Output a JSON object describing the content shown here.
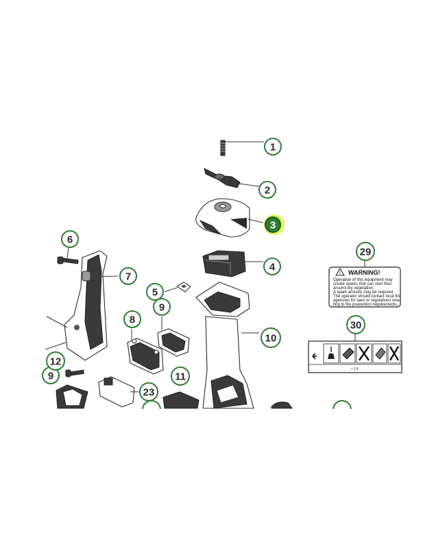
{
  "callouts": [
    {
      "id": "c1",
      "label": "1"
    },
    {
      "id": "c2",
      "label": "2"
    },
    {
      "id": "c3",
      "label": "3",
      "highlighted": true
    },
    {
      "id": "c4",
      "label": "4"
    },
    {
      "id": "c5",
      "label": "5"
    },
    {
      "id": "c6",
      "label": "6"
    },
    {
      "id": "c7",
      "label": "7"
    },
    {
      "id": "c8",
      "label": "8"
    },
    {
      "id": "c9a",
      "label": "9"
    },
    {
      "id": "c9b",
      "label": "9"
    },
    {
      "id": "c10",
      "label": "10"
    },
    {
      "id": "c11",
      "label": "11"
    },
    {
      "id": "c12",
      "label": "12"
    },
    {
      "id": "c23",
      "label": "23"
    },
    {
      "id": "c29",
      "label": "29"
    },
    {
      "id": "c30",
      "label": "30"
    }
  ],
  "warning_label": {
    "title": "WARNING!",
    "lines": [
      "Operation of this equipment may",
      "create sparks that can start fires",
      "around dry vegetation.",
      "A spark arrestor may be required.",
      "The operator should contact local fire",
      "agencies for laws or regulations rela-",
      "ting to fire prevention requirements."
    ]
  },
  "decal": {
    "footer_text": "≈ 1:5"
  },
  "colors": {
    "callout_ring": "#2e7d32",
    "callout_highlight": "#2e7d32",
    "highlight_glow": "#e5ef3a"
  }
}
